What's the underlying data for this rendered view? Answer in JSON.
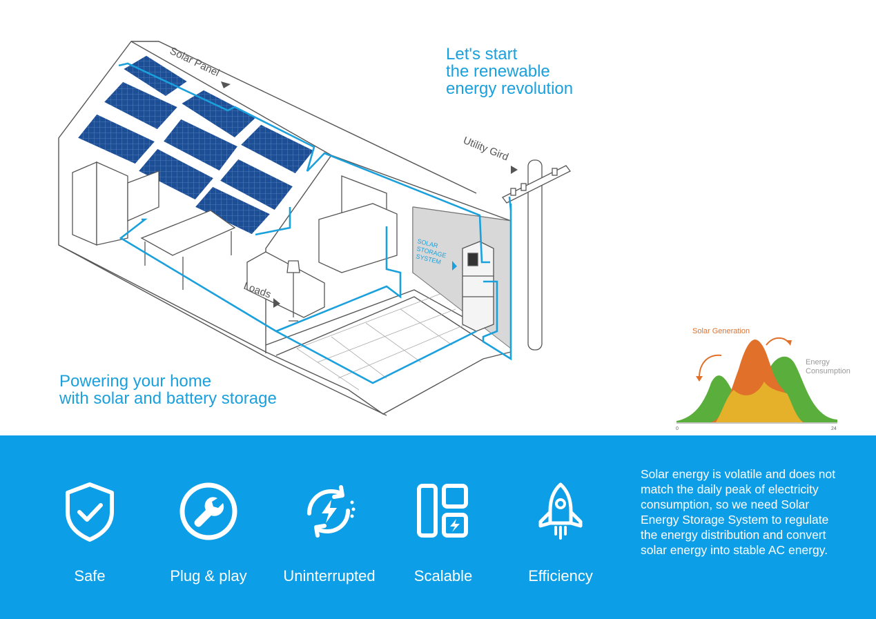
{
  "taglines": {
    "top": [
      "Let's start",
      "the renewable",
      "energy revolution"
    ],
    "bottom": [
      "Powering your home",
      "with solar and battery storage"
    ]
  },
  "diagram_labels": {
    "solar_panel": "Solar Panel",
    "utility_grid": "Utility Gird",
    "storage_line1": "SOLAR",
    "storage_line2": "STORAGE",
    "storage_line3": "SYSTEM",
    "loads": "Loads"
  },
  "curve": {
    "solar_generation": "Solar Generation",
    "energy": "Energy",
    "consumption": "Consumption",
    "x_start": "0",
    "x_end": "24"
  },
  "features": [
    {
      "label": "Safe",
      "icon": "shield-check-icon"
    },
    {
      "label": "Plug & play",
      "icon": "wrench-icon"
    },
    {
      "label": "Uninterrupted",
      "icon": "cycle-bolt-icon"
    },
    {
      "label": "Scalable",
      "icon": "modules-icon"
    },
    {
      "label": "Efficiency",
      "icon": "rocket-icon"
    }
  ],
  "description": "Solar energy is volatile and does not match the daily peak of electricity consumption, so we need Solar Energy Storage System to regulate the energy distribution and convert solar energy into stable AC energy.",
  "colors": {
    "accent_blue": "#1aa0dc",
    "band_blue": "#0c9ee6",
    "solar_orange": "#e0702a",
    "consumption_green": "#5aae3c",
    "overlap_yellow": "#e6b12a"
  }
}
